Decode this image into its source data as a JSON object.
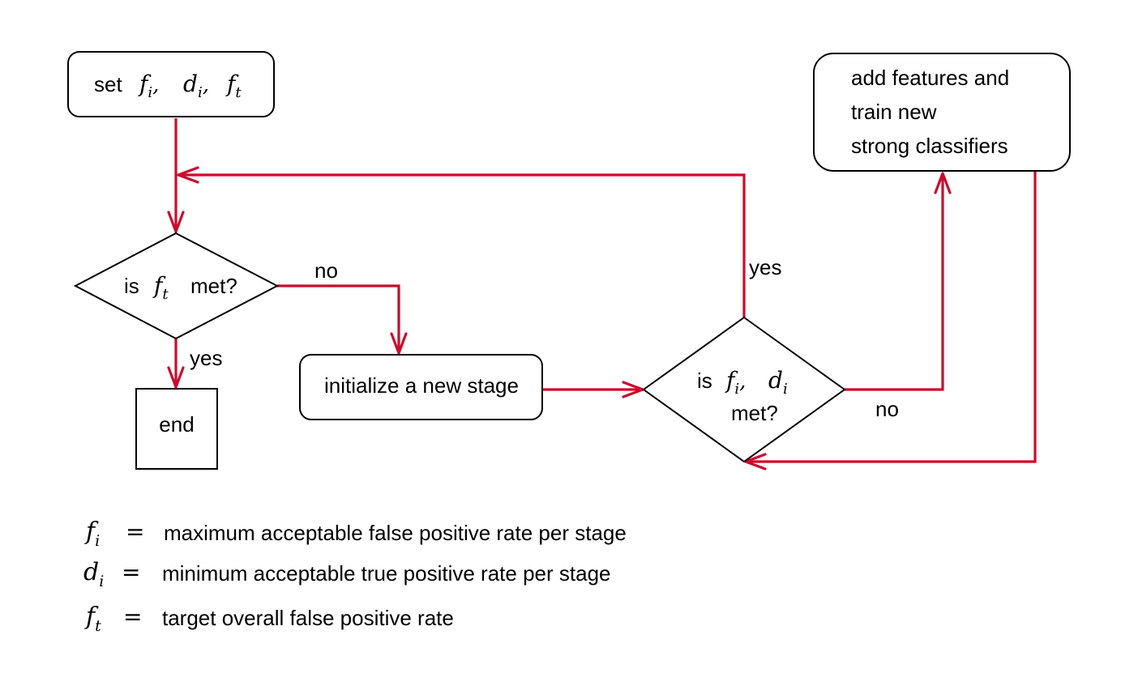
{
  "nodes": {
    "set": {
      "prefix": "set",
      "var1": "f",
      "sub1": "i",
      "var2": "d",
      "sub2": "i",
      "var3": "f",
      "sub3": "t",
      "comma": ","
    },
    "decision1": {
      "prefix": "is",
      "var": "f",
      "sub": "t",
      "suffix": "met?"
    },
    "end": {
      "label": "end"
    },
    "init": {
      "label": "initialize a new stage"
    },
    "decision2": {
      "prefix": "is",
      "var1": "f",
      "sub1": "i",
      "comma": ",",
      "var2": "d",
      "sub2": "i",
      "suffix": "met?"
    },
    "add": {
      "line1": "add features and",
      "line2": "train new",
      "line3": "strong classifiers"
    }
  },
  "edge_labels": {
    "d1_no": "no",
    "d1_yes": "yes",
    "d2_yes": "yes",
    "d2_no": "no"
  },
  "legend": [
    {
      "var": "f",
      "sub": "i",
      "eq": "=",
      "text": "maximum acceptable false positive rate per stage"
    },
    {
      "var": "d",
      "sub": "i",
      "eq": "=",
      "text": "minimum acceptable true positive rate per stage"
    },
    {
      "var": "f",
      "sub": "t",
      "eq": "=",
      "text": "target overall false positive rate"
    }
  ],
  "colors": {
    "edge": "#cc0a2b",
    "node_stroke": "#000000"
  }
}
